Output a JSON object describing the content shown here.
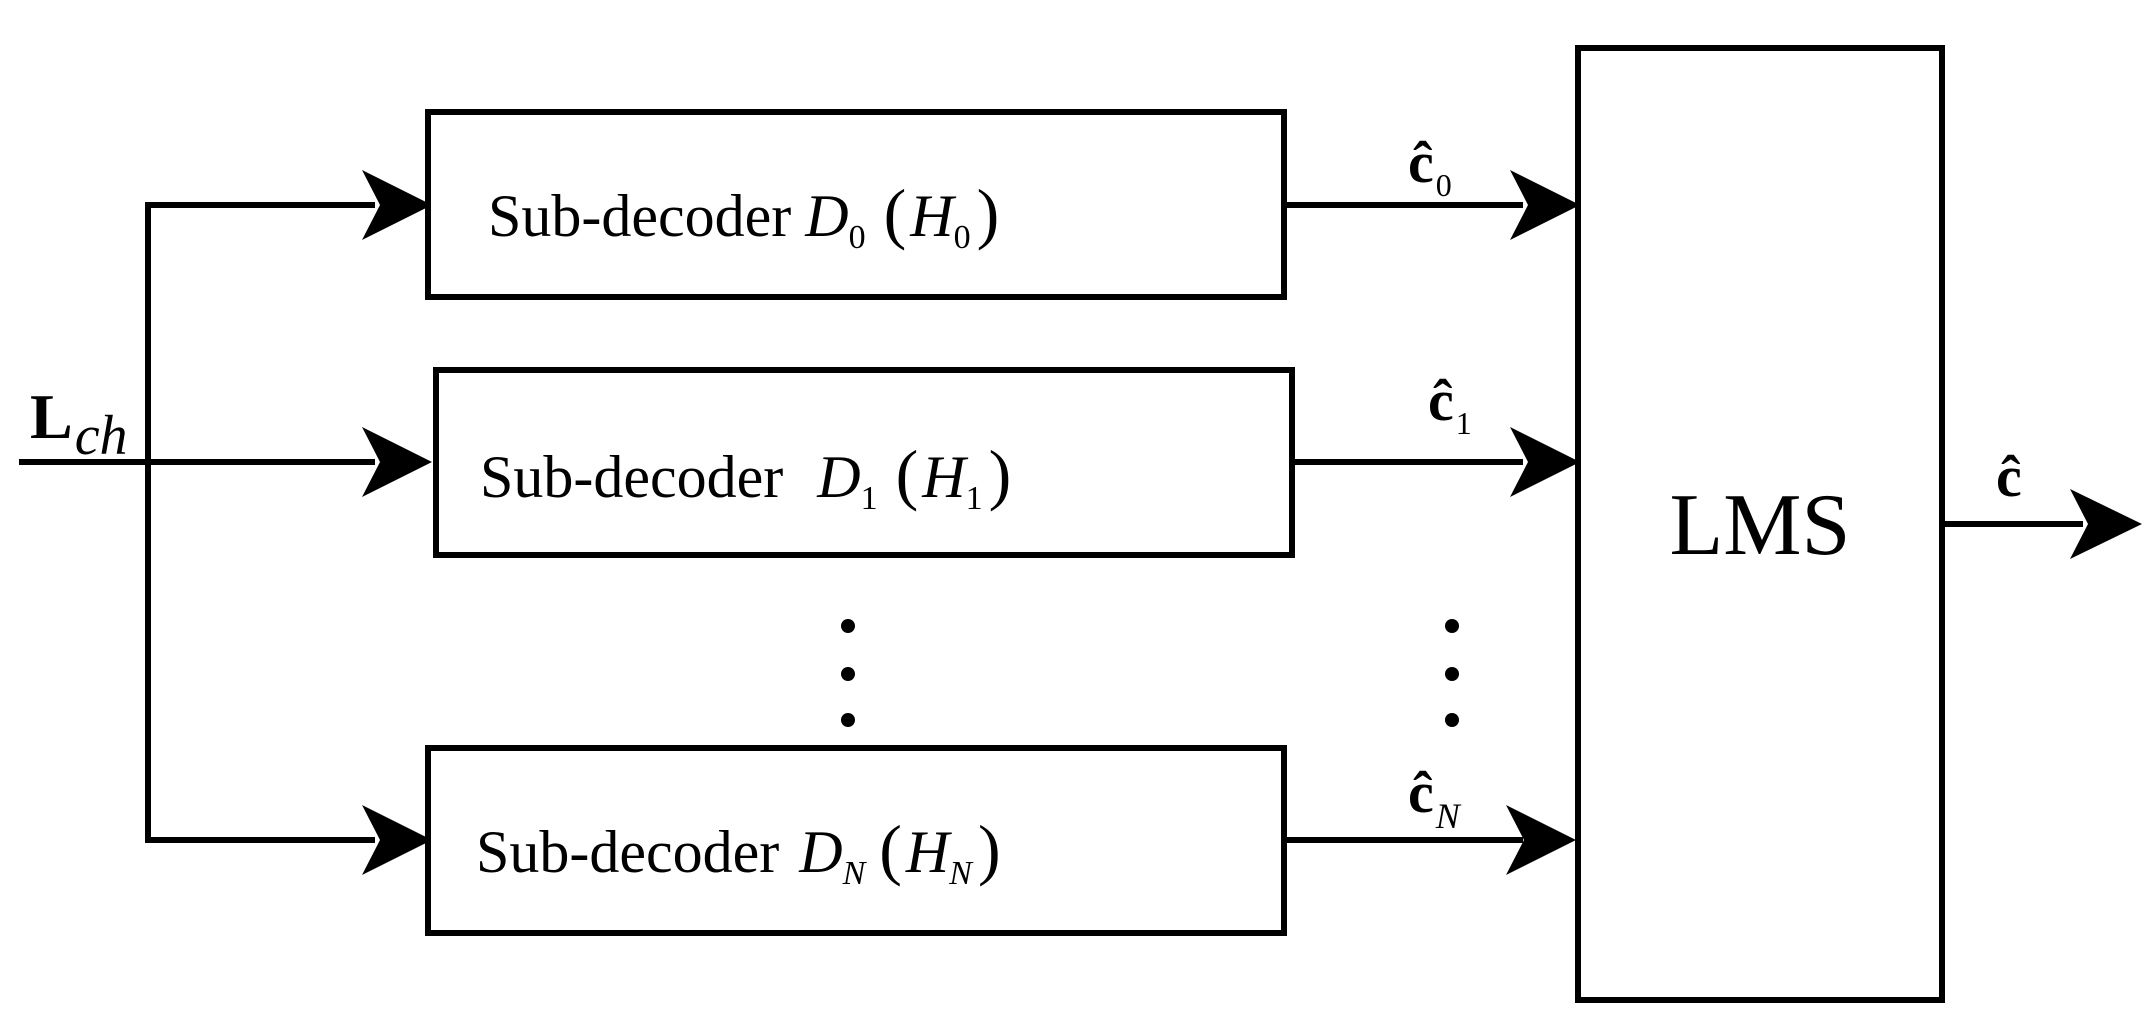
{
  "input": {
    "main": "L",
    "sub": "ch"
  },
  "decoders": [
    {
      "prefix": "Sub-decoder",
      "d_letter": "D",
      "d_sub": "0",
      "h_letter": "H",
      "h_sub": "0",
      "out_letter": "ĉ",
      "out_sub": "0"
    },
    {
      "prefix": "Sub-decoder",
      "d_letter": "D",
      "d_sub": "1",
      "h_letter": "H",
      "h_sub": "1",
      "out_letter": "ĉ",
      "out_sub": "1"
    },
    {
      "prefix": "Sub-decoder",
      "d_letter": "D",
      "d_sub": "N",
      "h_letter": "H",
      "h_sub": "N",
      "out_letter": "ĉ",
      "out_sub": "N"
    }
  ],
  "lms": {
    "label": "LMS"
  },
  "output": {
    "label": "ĉ"
  },
  "paren_open": "(",
  "paren_close": ")"
}
